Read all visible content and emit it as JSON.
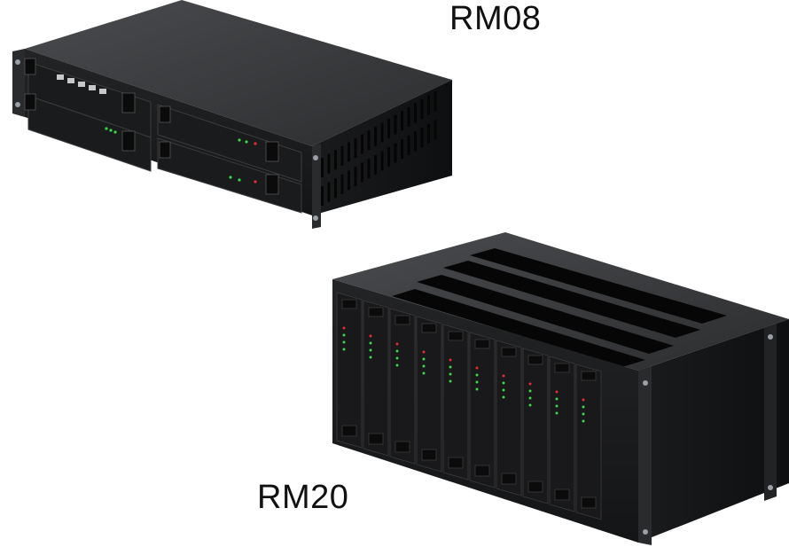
{
  "products": [
    {
      "model": "RM08",
      "slots": 4,
      "rack_units": 2
    },
    {
      "model": "RM20",
      "slots": 10,
      "rack_units": 4
    }
  ],
  "colors": {
    "chassis_top": "#3a3b3d",
    "chassis_front": "#1c1d1f",
    "chassis_side": "#141516",
    "vent": "#050505",
    "led_green": "#3fd44a",
    "led_red": "#e03030",
    "screw": "#9aa0a6"
  }
}
